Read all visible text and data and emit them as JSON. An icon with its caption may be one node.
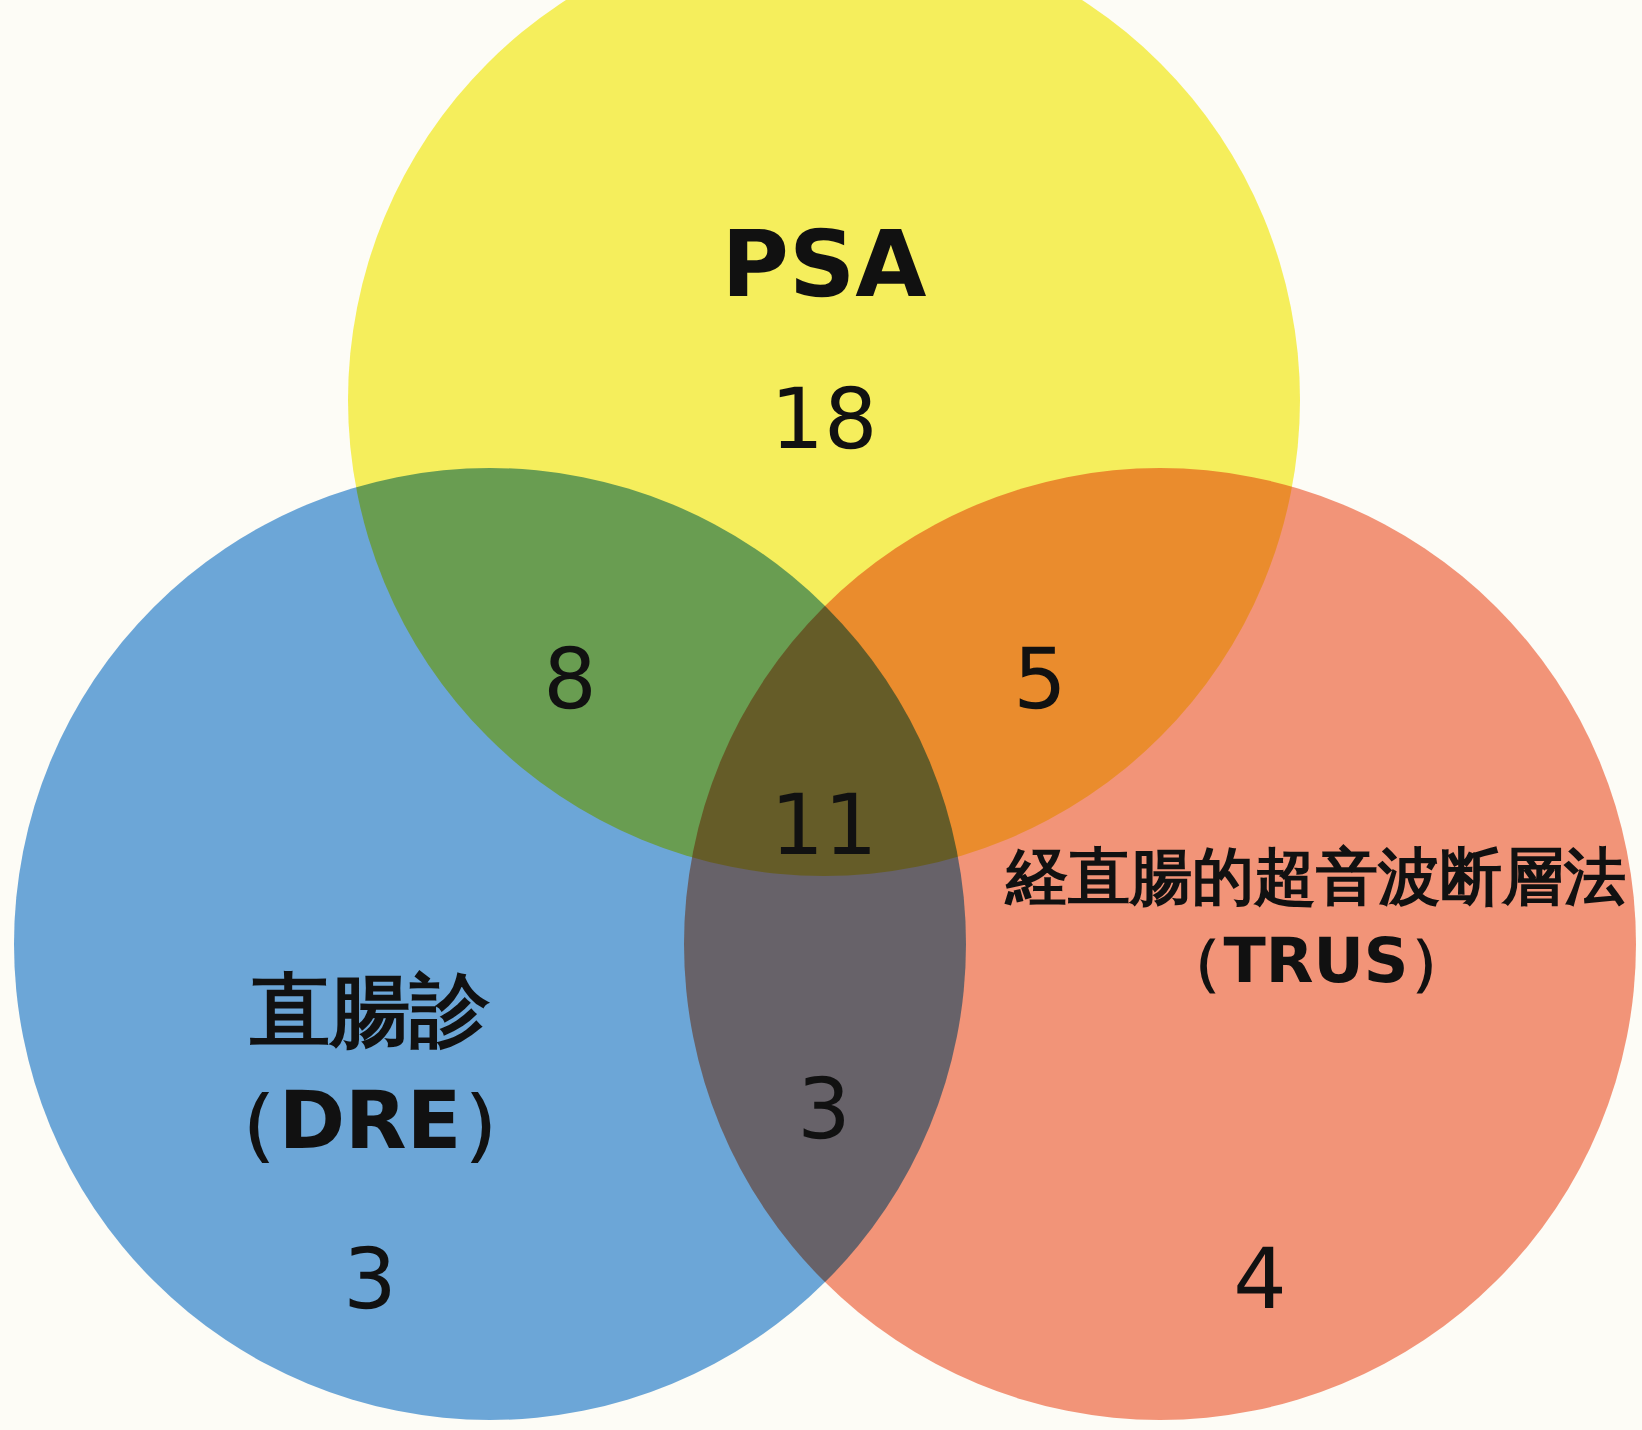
{
  "diagram": {
    "nodes": [
      {
        "text": [
          "PSA",
          "18"
        ]
      },
      {
        "text": [
          "直腸診（DRE）",
          "3"
        ]
      },
      {
        "text": [
          "経直腸的超音波断層法（TRUS）",
          "4"
        ]
      }
    ],
    "labels": [
      "8",
      "5",
      "11",
      "3"
    ]
  }
}
